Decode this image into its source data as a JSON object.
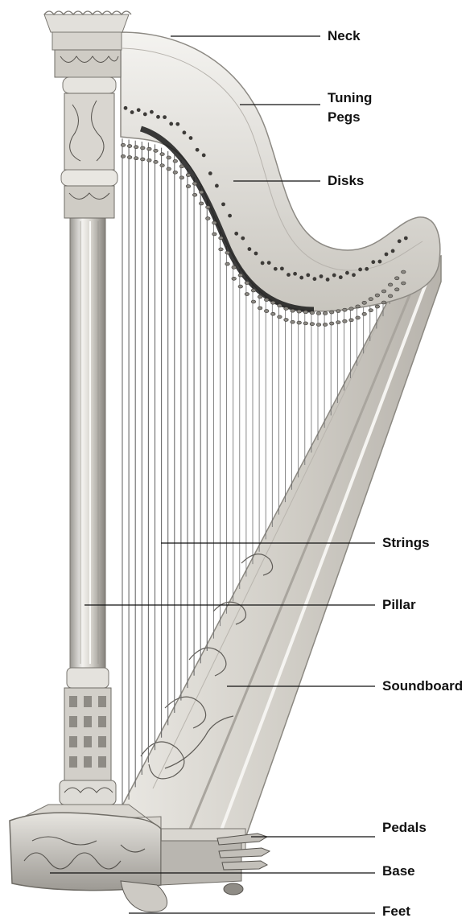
{
  "labels": {
    "neck": "Neck",
    "tuning_pegs_line1": "Tuning",
    "tuning_pegs_line2": "Pegs",
    "disks": "Disks",
    "strings": "Strings",
    "pillar": "Pillar",
    "soundboard": "Soundboard",
    "pedals": "Pedals",
    "base": "Base",
    "feet": "Feet"
  },
  "colors": {
    "metal_light": "#eceae6",
    "metal_mid": "#c9c6c0",
    "metal_dark": "#7d7a75",
    "string": "#6b6b6b",
    "text": "#111111"
  }
}
